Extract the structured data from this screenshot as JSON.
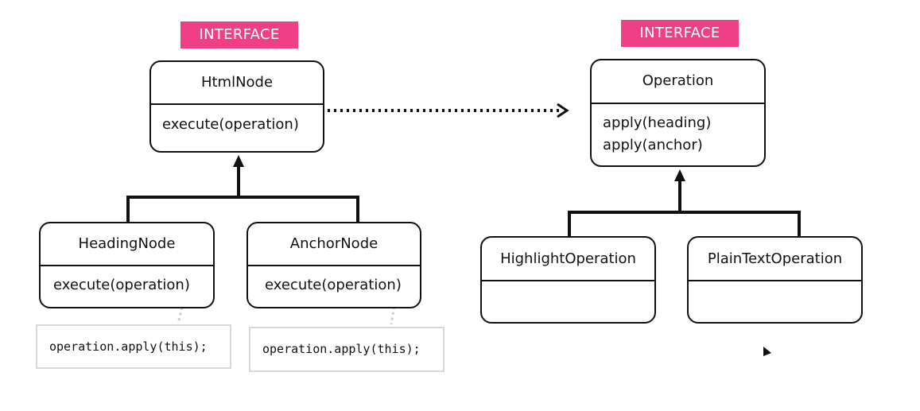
{
  "left": {
    "badge": "INTERFACE",
    "interface": {
      "name": "HtmlNode",
      "methods": [
        "execute(operation)"
      ]
    },
    "children": [
      {
        "name": "HeadingNode",
        "methods": [
          "execute(operation)"
        ],
        "note": "operation.apply(this);"
      },
      {
        "name": "AnchorNode",
        "methods": [
          "execute(operation)"
        ],
        "note": "operation.apply(this);"
      }
    ]
  },
  "right": {
    "badge": "INTERFACE",
    "interface": {
      "name": "Operation",
      "methods": [
        "apply(heading)",
        "apply(anchor)"
      ]
    },
    "children": [
      {
        "name": "HighlightOperation",
        "methods": []
      },
      {
        "name": "PlainTextOperation",
        "methods": []
      }
    ]
  },
  "colors": {
    "badge": "#ef3f86",
    "stroke": "#111111",
    "note_border": "#d8d8d8",
    "note_connector": "#cccccc"
  }
}
